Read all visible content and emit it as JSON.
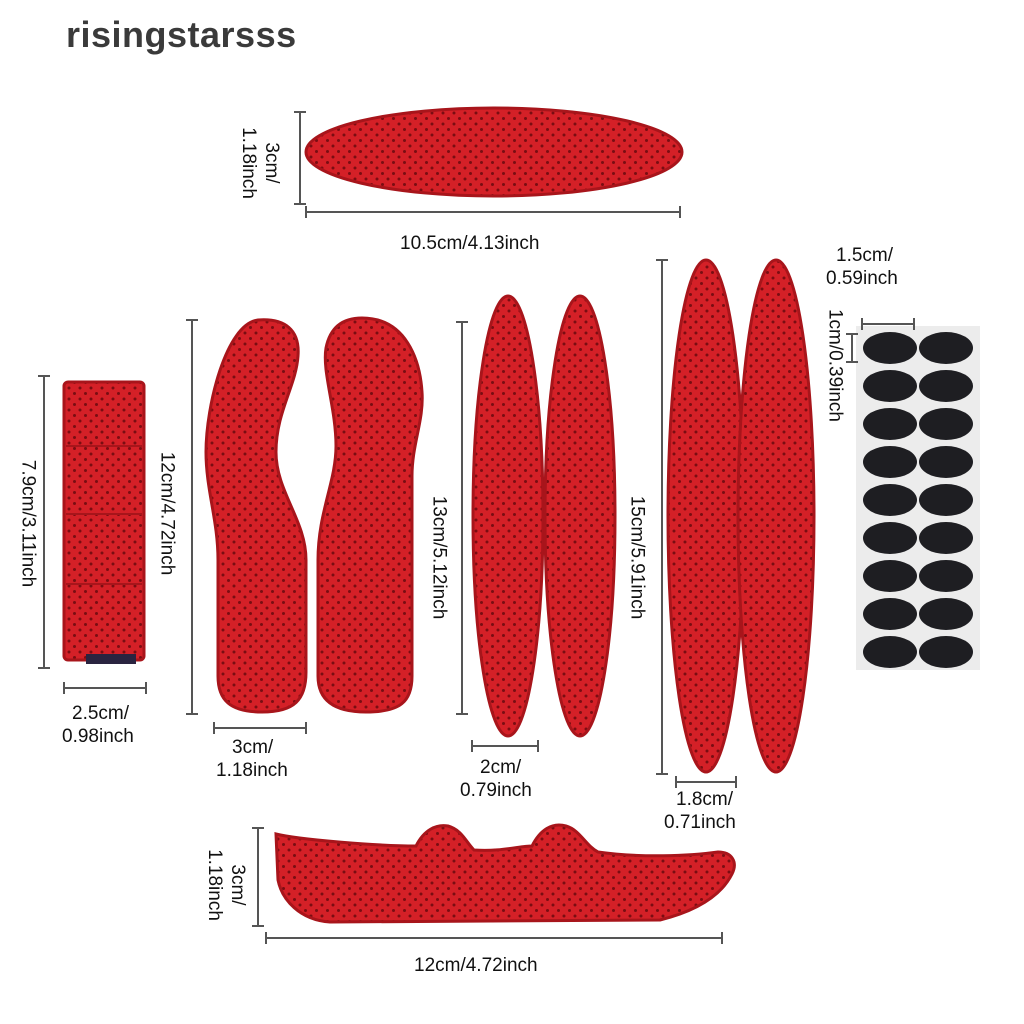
{
  "watermark": "risingstarsss",
  "colors": {
    "pad_red": "#d42027",
    "pad_edge": "#a8151b",
    "dot_dark": "#7a0d12",
    "black_dot": "#1e1e22"
  },
  "labels": {
    "top_h_1": "3cm/",
    "top_h_2": "1.18inch",
    "top_w": "10.5cm/4.13inch",
    "strip_h": "7.9cm/3.11inch",
    "strip_w_1": "2.5cm/",
    "strip_w_2": "0.98inch",
    "side_h": "12cm/4.72inch",
    "side_w_1": "3cm/",
    "side_w_2": "1.18inch",
    "mid_h": "13cm/5.12inch",
    "mid_w_1": "2cm/",
    "mid_w_2": "0.79inch",
    "long_h": "15cm/5.91inch",
    "long_w_1": "1.8cm/",
    "long_w_2": "0.71inch",
    "dot_w_1": "1.5cm/",
    "dot_w_2": "0.59inch",
    "dot_h": "1cm/0.39inch",
    "bottom_h_1": "3cm/",
    "bottom_h_2": "1.18inch",
    "bottom_w": "12cm/4.72inch"
  }
}
